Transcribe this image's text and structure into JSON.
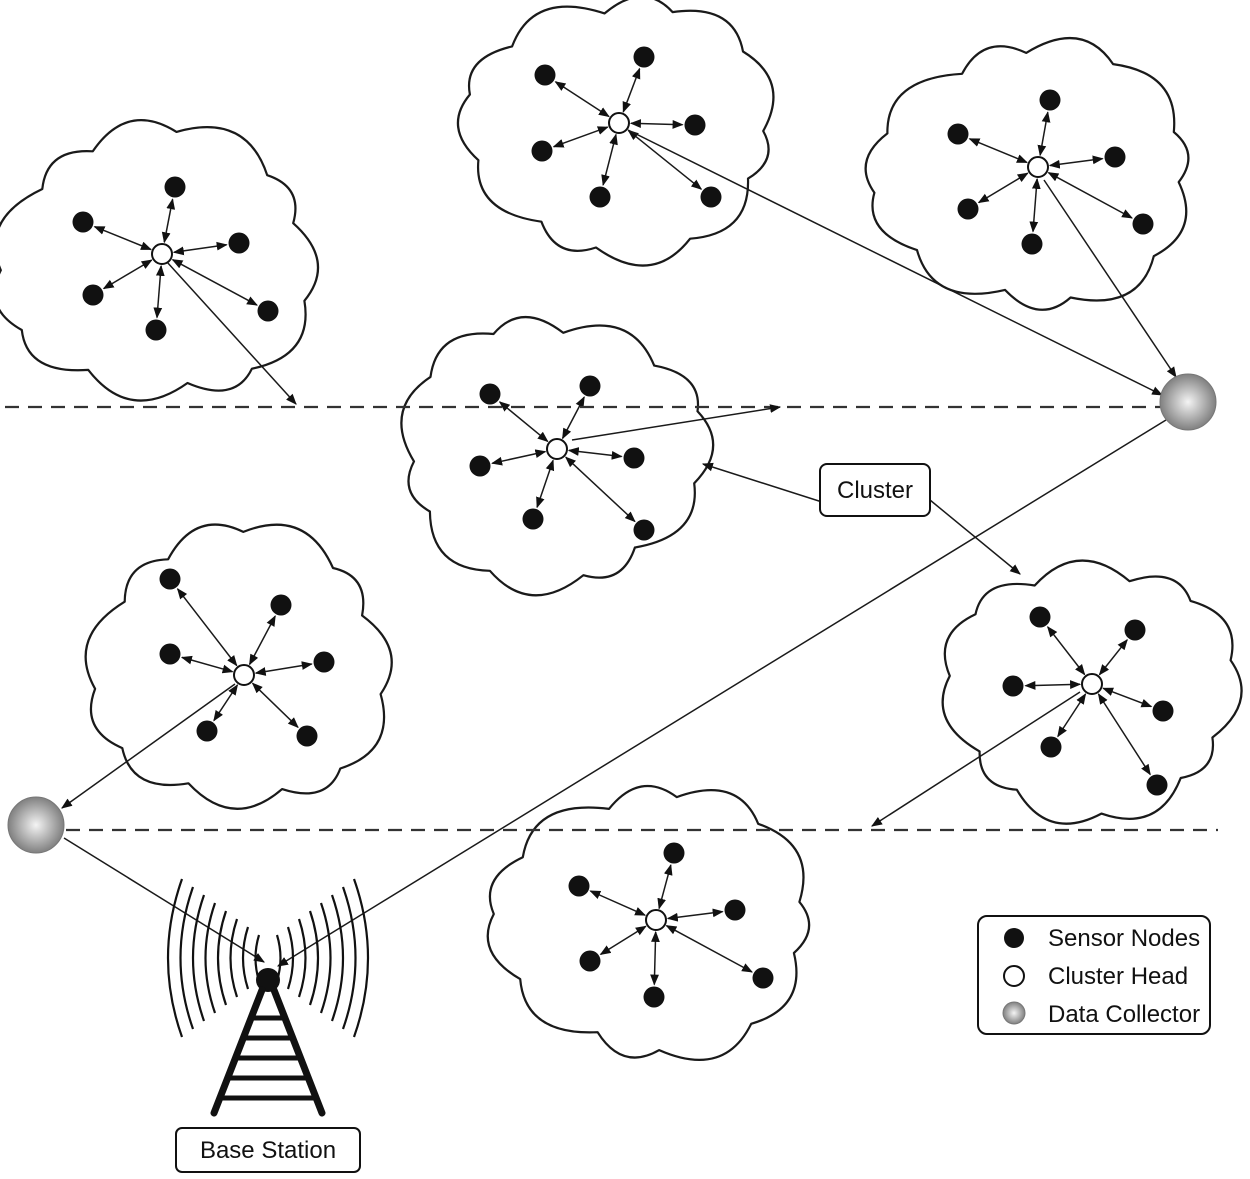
{
  "labels": {
    "cluster": "Cluster",
    "base_station": "Base Station"
  },
  "legend": {
    "items": [
      {
        "kind": "sensor",
        "label": "Sensor Nodes"
      },
      {
        "kind": "head",
        "label": "Cluster Head"
      },
      {
        "kind": "collector",
        "label": "Data Collector"
      }
    ]
  },
  "colors": {
    "ink": "#111111",
    "collector_light": "#f4f4f4",
    "collector_dark": "#808080"
  }
}
